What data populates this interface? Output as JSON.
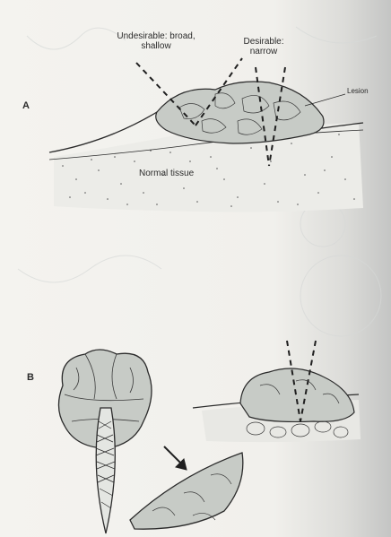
{
  "labels": {
    "panel_a": "A",
    "panel_b": "B",
    "undesirable": "Undesirable: broad, shallow",
    "desirable": "Desirable: narrow",
    "lesion": "Lesion",
    "normal_tissue": "Normal tissue"
  },
  "colors": {
    "ink": "#2b2b2b",
    "lesion_fill": "#c7cbc6",
    "paper": "#f3f2ee"
  }
}
